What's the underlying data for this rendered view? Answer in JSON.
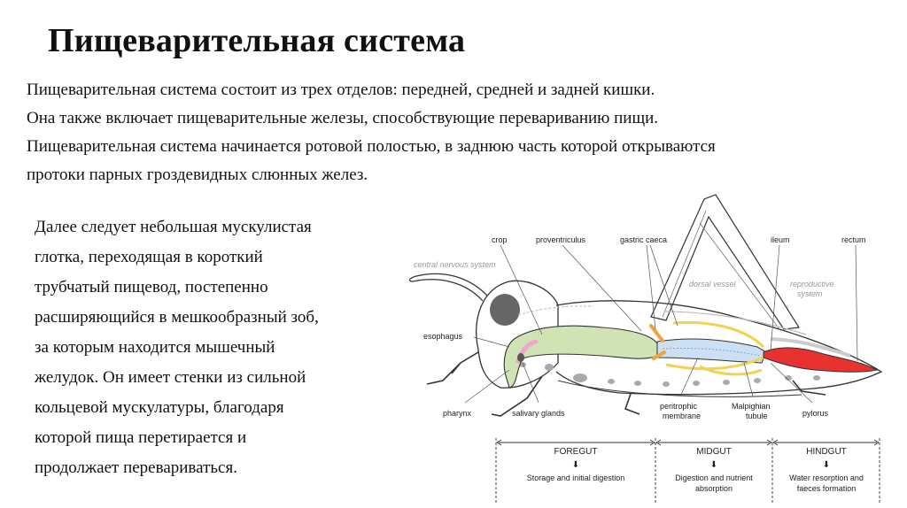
{
  "slide": {
    "title": "Пищеварительная система",
    "intro_lines": [
      "Пищеварительная система состоит из трех отделов: передней, средней и задней кишки.",
      "Она также включает пищеварительные железы, способствующие перевариванию пищи.",
      "Пищеварительная система начинается ротовой полостью, в заднюю часть которой открываются",
      "протоки парных гроздевидных слюнных желез."
    ],
    "side_lines": [
      "Далее следует небольшая мускулистая",
      "глотка, переходящая в короткий",
      "трубчатый пищевод, постепенно",
      "расширяющийся в мешкообразный зоб,",
      "за которым находится мышечный",
      "желудок. Он имеет стенки из сильной",
      "кольцевой мускулатуры, благодаря",
      "которой пища перетирается и",
      "продолжает перевариваться."
    ]
  },
  "diagram": {
    "labels": {
      "crop": "crop",
      "proventriculus": "proventriculus",
      "gastric_caeca": "gastric caeca",
      "ileum": "ileum",
      "rectum": "rectum",
      "central_nervous_system": "central nervous system",
      "dorsal_vessel": "dorsal vessel",
      "reproductive_1": "reproductive",
      "reproductive_2": "system",
      "esophagus": "esophagus",
      "pharynx": "pharynx",
      "salivary_glands": "salivary glands",
      "peritrophic_1": "peritrophic",
      "peritrophic_2": "membrane",
      "malpighian_1": "Malpighian",
      "malpighian_2": "tubule",
      "pylorus": "pylorus"
    },
    "sections": [
      {
        "title": "FOREGUT",
        "arrow": "⬇",
        "desc_lines": [
          "Storage and initial digestion"
        ]
      },
      {
        "title": "MIDGUT",
        "arrow": "⬇",
        "desc_lines": [
          "Digestion and nutrient",
          "absorption"
        ]
      },
      {
        "title": "HINDGUT",
        "arrow": "⬇",
        "desc_lines": [
          "Water resorption and",
          "faeces formation"
        ]
      }
    ],
    "colors": {
      "foregut": "#cfe3b4",
      "midgut": "#cde0f3",
      "hindgut": "#e8322f",
      "salivary": "#f3a6c8",
      "malpighian": "#f3d251",
      "nerve_dots": "#aaaaaa"
    }
  }
}
